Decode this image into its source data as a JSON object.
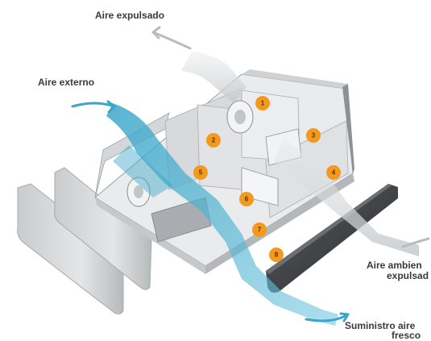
{
  "labels": {
    "exhaust_air": "Aire expulsado",
    "outside_air": "Aire externo",
    "room_air_1": "Aire ambien",
    "room_air_2": "expulsad",
    "fresh_supply_1": "Suministro aire",
    "fresh_supply_2": "fresco"
  },
  "badges": [
    "1",
    "2",
    "3",
    "4",
    "5",
    "6",
    "7",
    "8"
  ],
  "colors": {
    "badge": "#f39a1e",
    "blue_arrow": "#3aa6c9",
    "grey_arrow": "#b8bcc0",
    "casing": "#d9dbdd",
    "casing_dark": "#8d9196",
    "panel_dark": "#3d3f42"
  },
  "icons": [
    "exhaust-arrow-icon",
    "outside-air-arrow-icon",
    "fresh-supply-arrow-icon",
    "room-air-arrow-icon"
  ]
}
